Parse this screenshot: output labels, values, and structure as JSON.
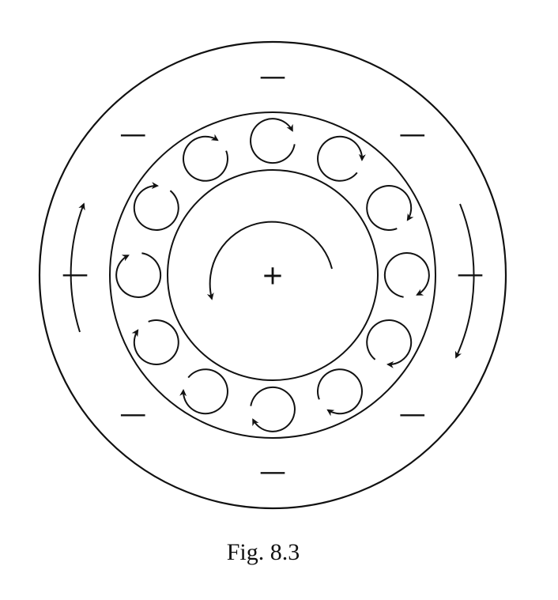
{
  "figure": {
    "caption": "Fig. 8.3",
    "center_sign": "+",
    "outer_sign": "—",
    "outer_sign_count": 8,
    "vortex_count": 12,
    "flow_direction": "clockwise",
    "colors": {
      "ink": "#111111",
      "background": "#ffffff"
    }
  }
}
